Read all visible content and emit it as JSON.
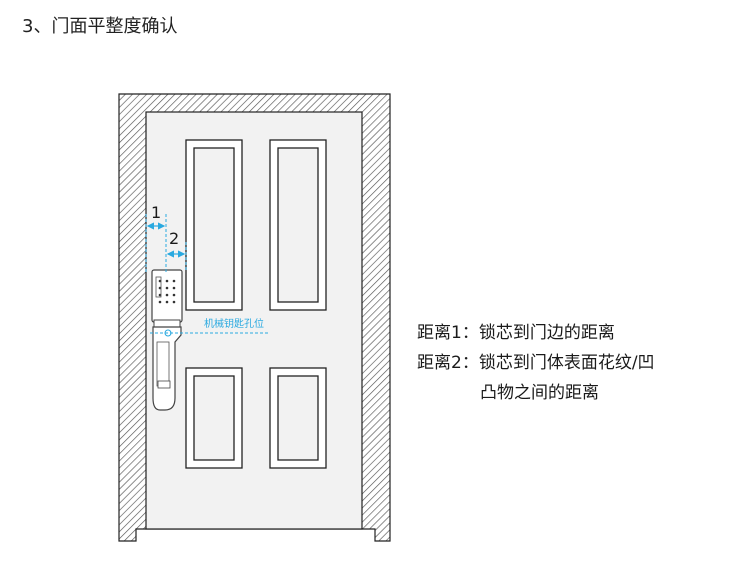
{
  "title": "3、门面平整度确认",
  "diagram": {
    "dimension_1_label": "1",
    "dimension_2_label": "2",
    "keyhole_label": "机械钥匙孔位"
  },
  "legend": {
    "line1": "距离1：锁芯到门边的距离",
    "line2": "距离2：锁芯到门体表面花纹/凹",
    "line3": "凸物之间的距离"
  },
  "colors": {
    "dimension_cyan": "#29a9e0",
    "outline": "#222222",
    "door_fill": "#f1f1f1",
    "hatch": "#555555"
  }
}
